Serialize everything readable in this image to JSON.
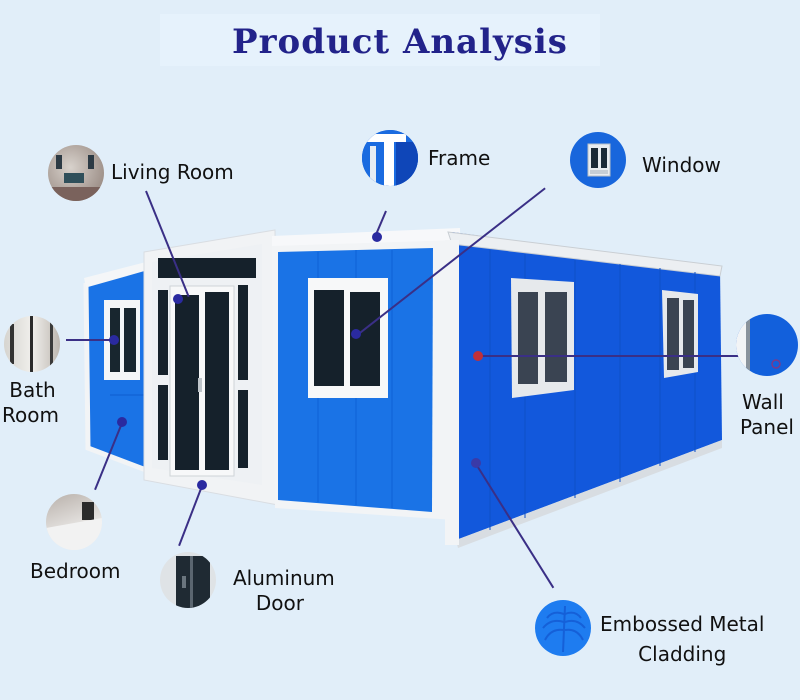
{
  "title": "Product Analysis",
  "colors": {
    "background": "#e1eef9",
    "title": "#22238a",
    "panel_blue": "#1266e0",
    "callout_line": "#3a2f86",
    "callout_dot": "#2a2aa0",
    "callout_dot_red": "#c0303a"
  },
  "callouts": [
    {
      "id": "living-room",
      "label": "Living Room",
      "icon": "living-room-photo-icon"
    },
    {
      "id": "frame",
      "label": "Frame",
      "icon": "frame-icon"
    },
    {
      "id": "window",
      "label": "Window",
      "icon": "window-icon"
    },
    {
      "id": "bath-room",
      "label_line1": "Bath",
      "label_line2": "Room",
      "icon": "bathroom-photo-icon"
    },
    {
      "id": "wall-panel",
      "label_line1": "Wall",
      "label_line2": "Panel",
      "icon": "wall-panel-icon"
    },
    {
      "id": "bedroom",
      "label": "Bedroom",
      "icon": "bedroom-photo-icon"
    },
    {
      "id": "aluminum-door",
      "label_line1": "Aluminum",
      "label_line2": "Door",
      "icon": "aluminum-door-icon"
    },
    {
      "id": "embossed-metal-cladding",
      "label_line1": "Embossed Metal",
      "label_line2": "Cladding",
      "icon": "embossed-metal-icon"
    }
  ]
}
